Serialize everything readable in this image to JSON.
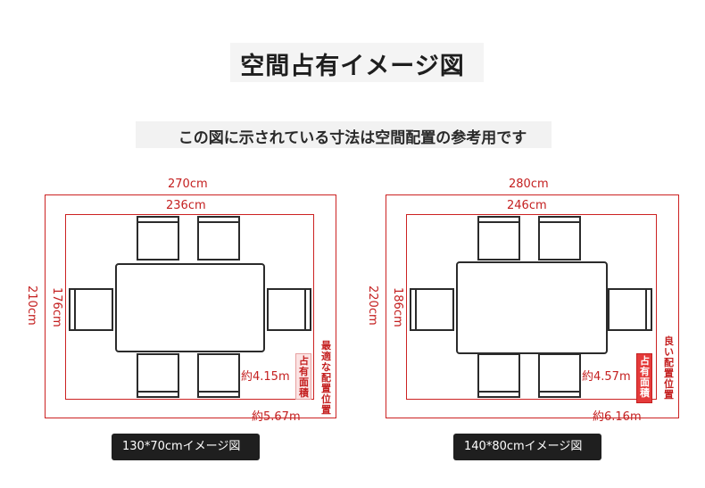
{
  "title": "空間占有イメージ図",
  "subtitle": "この図に示されている寸法は空間配置の参考用です",
  "diagrams": [
    {
      "outer_width": "270cm",
      "inner_width": "236cm",
      "outer_height": "210cm",
      "inner_height": "176cm",
      "inner_area": "約4.15m",
      "outer_area": "約5.67m",
      "tag_inner": "占有面積",
      "tag_outer": "最適な配置位置",
      "caption": "130*70cmイメージ図"
    },
    {
      "outer_width": "280cm",
      "inner_width": "246cm",
      "outer_height": "220cm",
      "inner_height": "186cm",
      "inner_area": "約4.57m",
      "outer_area": "約6.16m",
      "tag_inner": "占有面積",
      "tag_outer": "良い配置位置",
      "caption": "140*80cmイメージ図"
    }
  ],
  "colors": {
    "dimension": "#c42020",
    "furniture": "#2b2b2b",
    "caption_bg": "#1f1f1f"
  }
}
